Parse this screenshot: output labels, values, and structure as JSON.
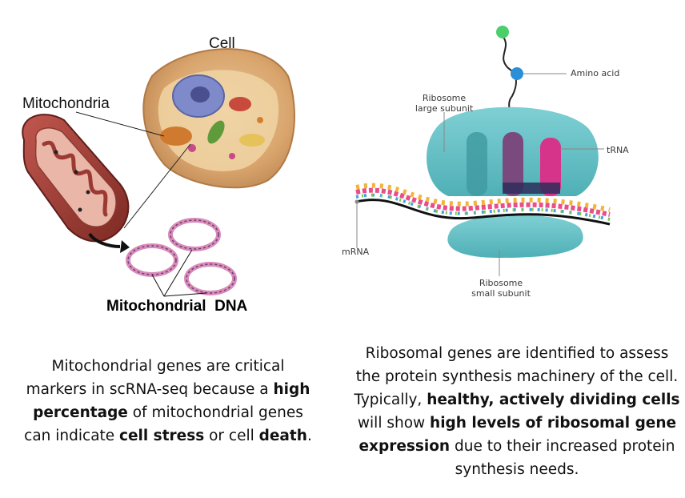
{
  "left_panel": {
    "cell_label": "Cell",
    "mitochondria_label": "Mitochondria",
    "mtdna_label": "Mitochondrial  DNA",
    "caption": [
      {
        "t": "Mitochondrial genes are critical markers in scRNA-seq because a ",
        "b": false
      },
      {
        "t": "high percentage",
        "b": true
      },
      {
        "t": " of mitochondrial genes can indicate ",
        "b": false
      },
      {
        "t": "cell stress",
        "b": true
      },
      {
        "t": " or cell ",
        "b": false
      },
      {
        "t": "death",
        "b": true
      },
      {
        "t": ".",
        "b": false
      }
    ]
  },
  "right_panel": {
    "amino_acid_label": "Amino acid",
    "large_subunit_label": [
      "Ribosome",
      "large subunit"
    ],
    "trna_label": "tRNA",
    "mrna_label": "mRNA",
    "small_subunit_label": [
      "Ribosome",
      "small subunit"
    ],
    "caption": [
      {
        "t": "Ribosomal genes are identified to assess the protein synthesis machinery of the cell. Typically, ",
        "b": false
      },
      {
        "t": "healthy, actively dividing cells",
        "b": true
      },
      {
        "t": " will show ",
        "b": false
      },
      {
        "t": "high levels of ribosomal gene expression",
        "b": true
      },
      {
        "t": " due to their increased protein synthesis needs.",
        "b": false
      }
    ]
  },
  "colors": {
    "ribosome": "#5fbcc1",
    "trna_pink": "#d6338a",
    "trna_purple": "#7a4a7e",
    "mito_outer": "#9b3a33",
    "dna_ring": "#d98bb4"
  }
}
